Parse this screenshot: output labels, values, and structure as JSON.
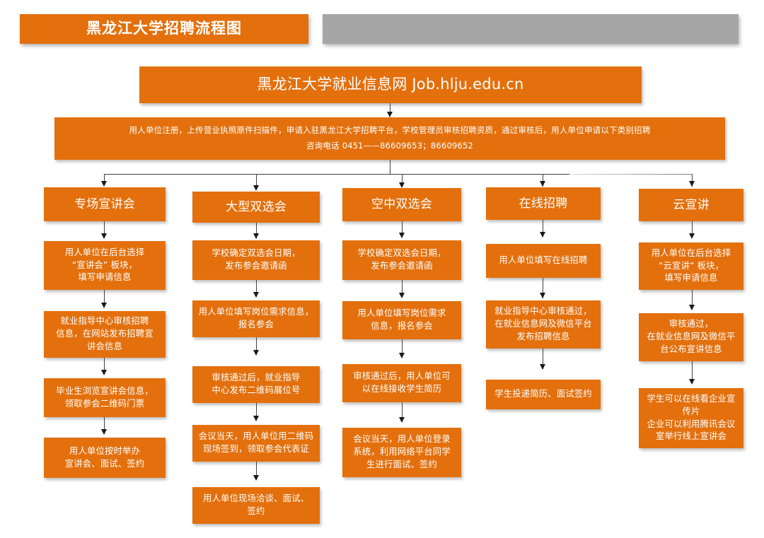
{
  "page": {
    "title": "黑龙江大学招聘流程图",
    "accent_color": "#E3700D",
    "gray_color": "#A6A6A6",
    "connector_color": "#404040"
  },
  "header": {
    "title": "黑龙江大学招聘流程图",
    "gray_panel_label": ""
  },
  "flow": {
    "site_box": "黑龙江大学就业信息网 Job.hlju.edu.cn",
    "intro_box": "用人单位注册，上传营业执照原件扫描件，申请入驻黑龙江大学招聘平台，学校管理员审核招聘资质，通过审核后，用人单位申请以下类别招聘\n咨询电话 0451——86609653；86609652",
    "columns": [
      {
        "header": "专场宣讲会",
        "steps": [
          "用人单位在后台选择\n“宣讲会” 板块，\n填写申请信息",
          "就业指导中心审核招聘\n信息，在网站发布招聘宣\n讲会信息",
          "毕业生浏览宣讲会信息，\n领取参会二维码门票",
          "用人单位按时举办\n宣讲会、面试、签约"
        ]
      },
      {
        "header": "大型双选会",
        "steps": [
          "学校确定双选会日期，\n发布参会邀请函",
          "用人单位填写岗位需求信息，\n报名参会",
          "审核通过后，就业指导\n中心发布二维码展位号",
          "会议当天，用人单位用二维码\n现场签到，领取参会代表证",
          "用人单位现场洽谈、面试、\n签约"
        ]
      },
      {
        "header": "空中双选会",
        "steps": [
          "学校确定双选会日期，\n发布参会邀请函",
          "用人单位填写岗位需求\n信息，报名参会",
          "审核通过后，用人单位可\n以在线接收学生简历",
          "会议当天，用人单位登录\n系统，利用网络平台同学\n生进行面试、签约"
        ]
      },
      {
        "header": "在线招聘",
        "steps": [
          "用人单位填写在线招聘",
          "就业指导中心审核通过，\n在就业信息网及微信平台\n发布招聘信息",
          "学生投递简历、面试签约"
        ]
      },
      {
        "header": "云宣讲",
        "steps": [
          "用人单位在后台选择\n“云宣讲” 板块，\n填写申请信息",
          "审核通过，\n在就业信息网及微信平\n台公布宣讲信息",
          "学生可以在线看企业宣\n传片\n企业可以利用腾讯会议\n室举行线上宣讲会"
        ]
      }
    ]
  }
}
